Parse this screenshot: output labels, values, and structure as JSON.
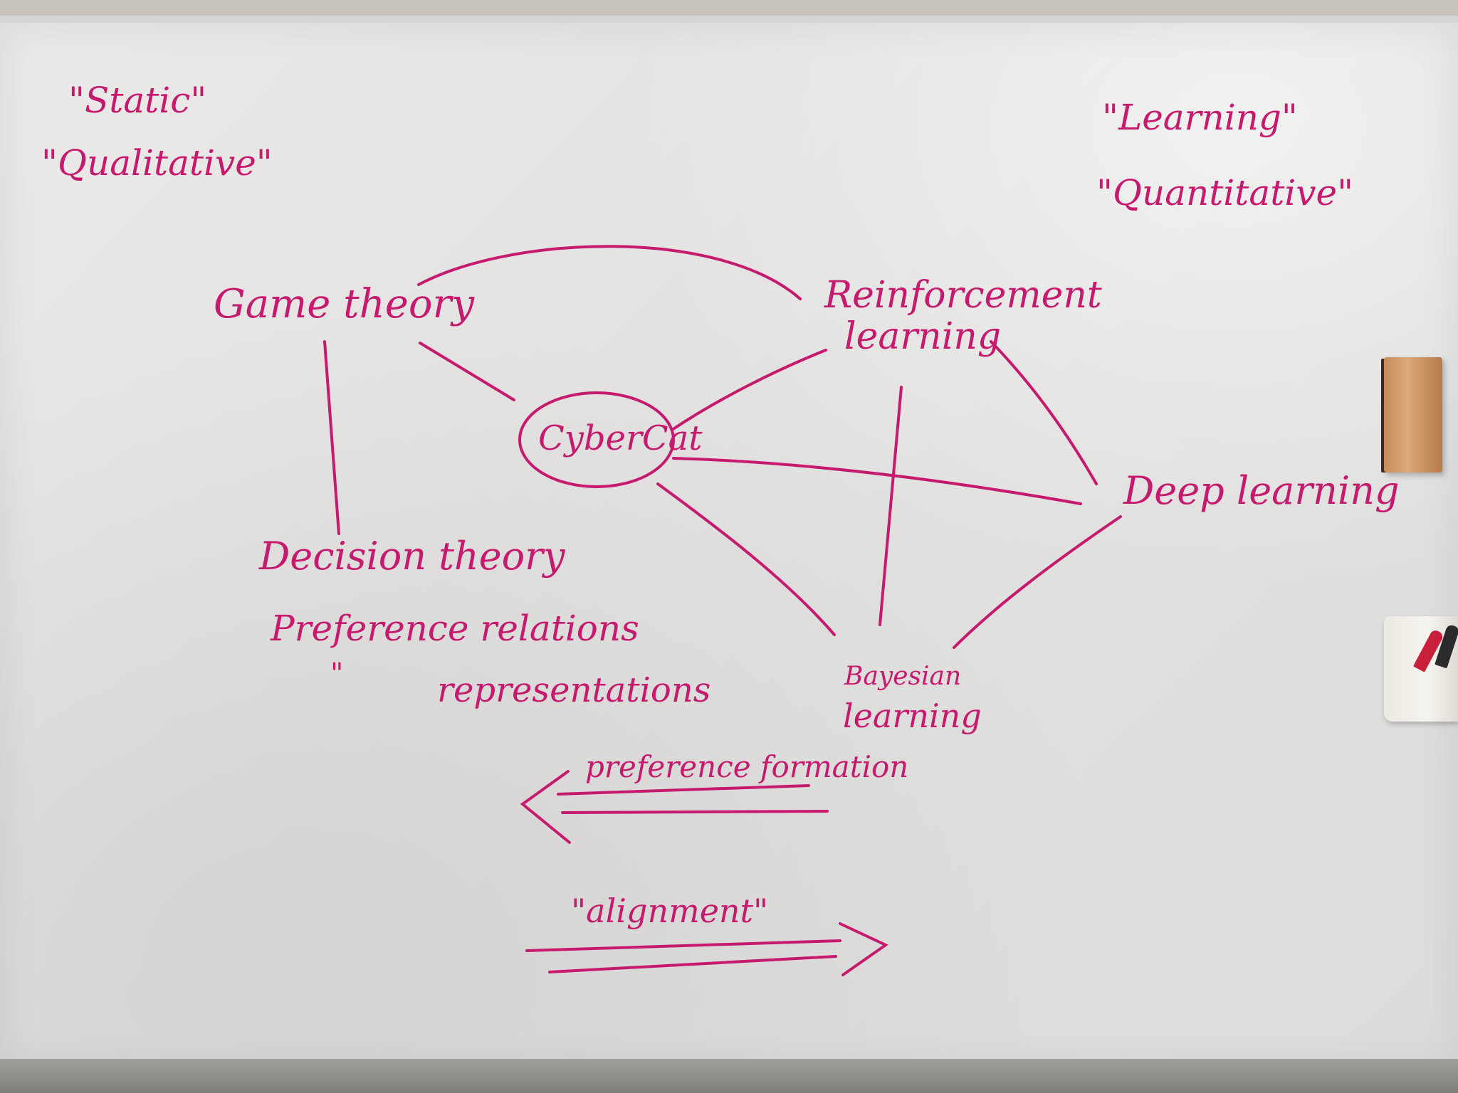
{
  "board": {
    "corner_left": {
      "line1": "\"Static\"",
      "line2": "\"Qualitative\""
    },
    "corner_right": {
      "line1": "\"Learning\"",
      "line2": "\"Quantitative\""
    },
    "nodes": {
      "game_theory": "Game theory",
      "reinforcement_line1": "Reinforcement",
      "reinforcement_line2": "learning",
      "cybercat": "CyberCat",
      "deep_learning": "Deep learning",
      "decision_theory": "Decision theory",
      "preference_relations": "Preference relations",
      "ditto_mark": "\"",
      "representations": "representations",
      "bayesian_line1": "Bayesian",
      "bayesian_line2": "learning"
    },
    "arrows": {
      "preference_formation": "preference formation",
      "alignment": "\"alignment\""
    }
  },
  "colors": {
    "ink": "#c51a6e",
    "board": "#e6e5e3"
  }
}
